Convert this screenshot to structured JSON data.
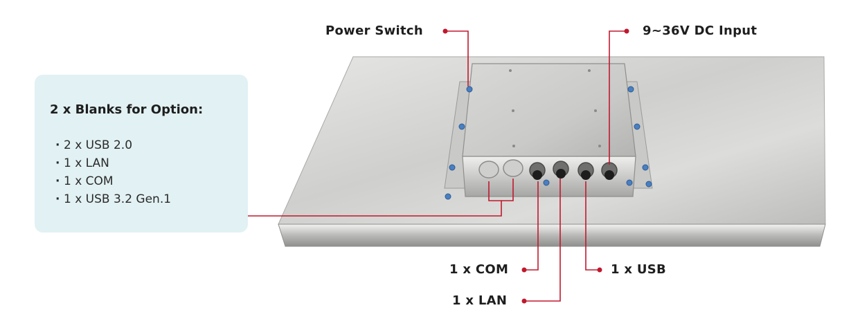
{
  "colors": {
    "accent": "#c0182d",
    "panel_box": "#e2f1f3",
    "steel_light": "#d9d9d7",
    "steel_dark": "#9a9a98",
    "screw_blue": "#4a7fc1"
  },
  "options_box": {
    "title": "2 x Blanks for Option:",
    "bullet": "·",
    "items": [
      {
        "label": "2 x USB 2.0"
      },
      {
        "label": "1 x LAN"
      },
      {
        "label": "1 x COM"
      },
      {
        "label": "1 x USB 3.2 Gen.1"
      }
    ]
  },
  "callouts": {
    "power_switch": "Power Switch",
    "dc_input": "9~36V DC Input",
    "com": "1 x COM",
    "usb": "1 x USB",
    "lan": "1 x LAN"
  }
}
